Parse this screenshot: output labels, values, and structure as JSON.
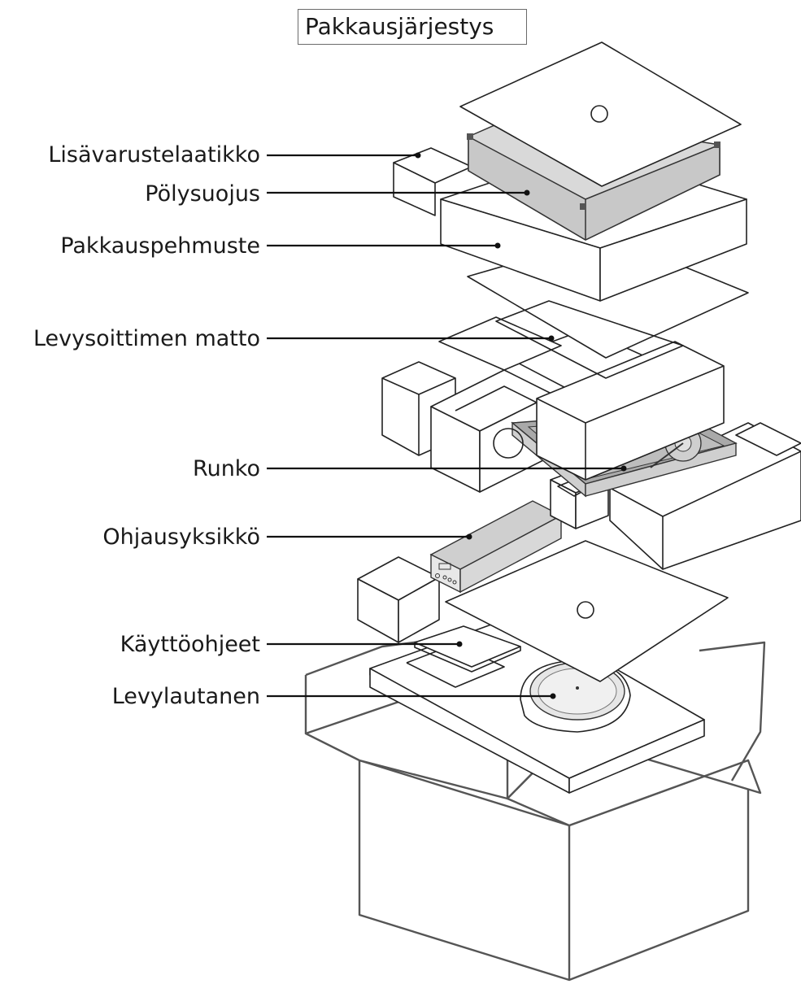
{
  "title": "Pakkausjärjestys",
  "labels": [
    "Lisävarustelaatikko",
    "Pölysuojus",
    "Pakkauspehmuste",
    "Levysoittimen matto",
    "Runko",
    "Ohjausyksikkö",
    "Käyttöohjeet",
    "Levylautanen"
  ],
  "colors": {
    "line": "#222222",
    "box_outline": "#555555",
    "dust_cover": "#cfcfcf",
    "body": "#a9a9a9"
  }
}
